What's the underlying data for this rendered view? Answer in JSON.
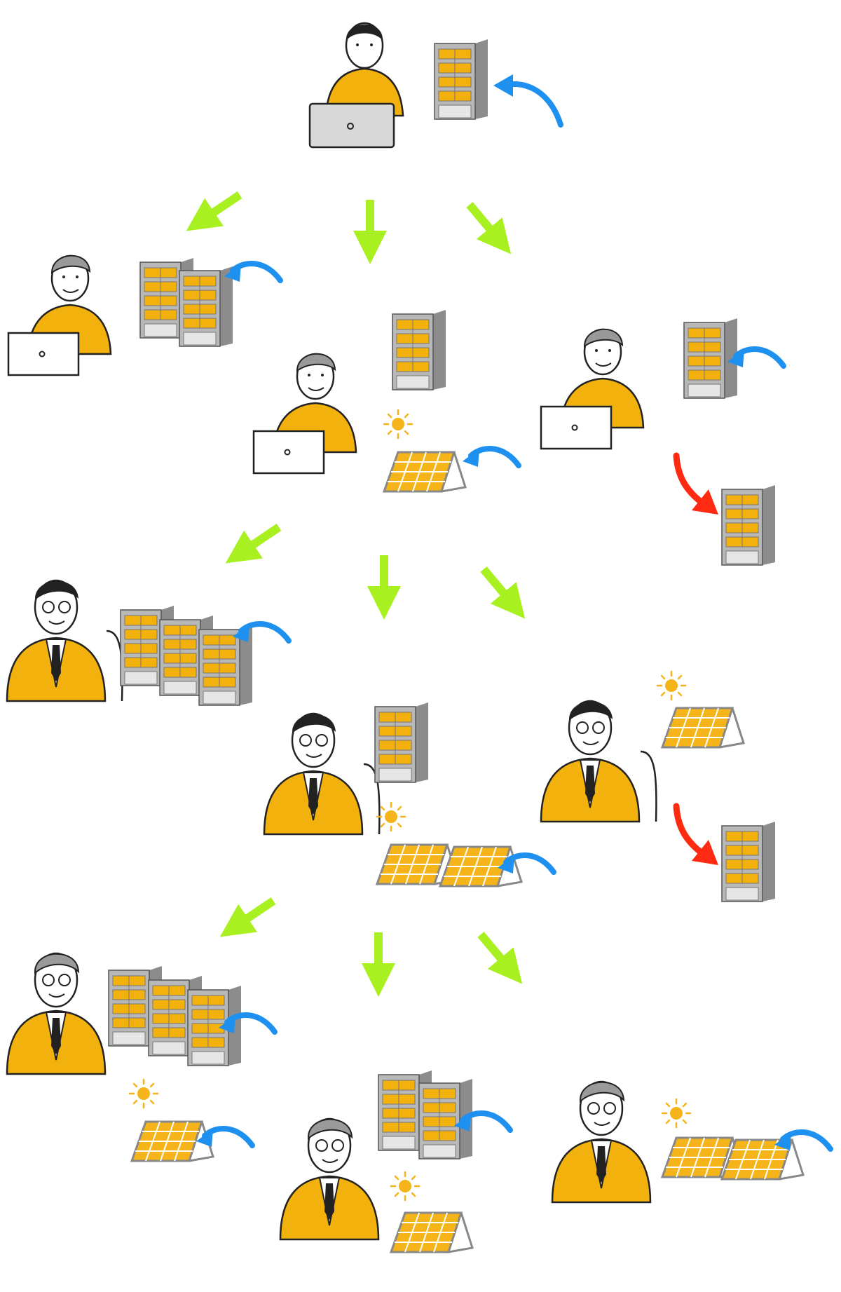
{
  "colors": {
    "suit": "#f2b10c",
    "panel": "#f5b41a",
    "building": "#9a9a9a",
    "window": "#f2b10c",
    "arrow_flow": "#a8f01f",
    "arrow_acquire": "#1e90f0",
    "arrow_sell": "#ff2a12",
    "sun": "#f5b41a",
    "outline": "#222222"
  },
  "icons": {
    "person": "person-icon",
    "building": "building-icon",
    "solar_panel": "solar-panel-icon",
    "sun": "sun-icon"
  },
  "stages": [
    {
      "id": "start",
      "persona": "young-man-laptop",
      "buildings": 1,
      "panels": 0
    },
    {
      "id": "stage2-left",
      "persona": "worker-laptop",
      "buildings": 2,
      "panels": 0
    },
    {
      "id": "stage2-center",
      "persona": "worker-laptop",
      "buildings": 1,
      "panels": 1
    },
    {
      "id": "stage2-right",
      "persona": "worker-laptop",
      "buildings": 1,
      "panels": 0,
      "sold_buildings": 1
    },
    {
      "id": "stage3-left",
      "persona": "businessman",
      "buildings": 3,
      "panels": 0
    },
    {
      "id": "stage3-center",
      "persona": "businessman",
      "buildings": 1,
      "panels": 2
    },
    {
      "id": "stage3-right",
      "persona": "businessman",
      "buildings": 0,
      "panels": 1,
      "sold_buildings": 1
    },
    {
      "id": "stage4-left",
      "persona": "senior",
      "buildings": 3,
      "panels": 1
    },
    {
      "id": "stage4-center",
      "persona": "senior",
      "buildings": 2,
      "panels": 1
    },
    {
      "id": "stage4-right",
      "persona": "senior",
      "buildings": 0,
      "panels": 2
    }
  ]
}
